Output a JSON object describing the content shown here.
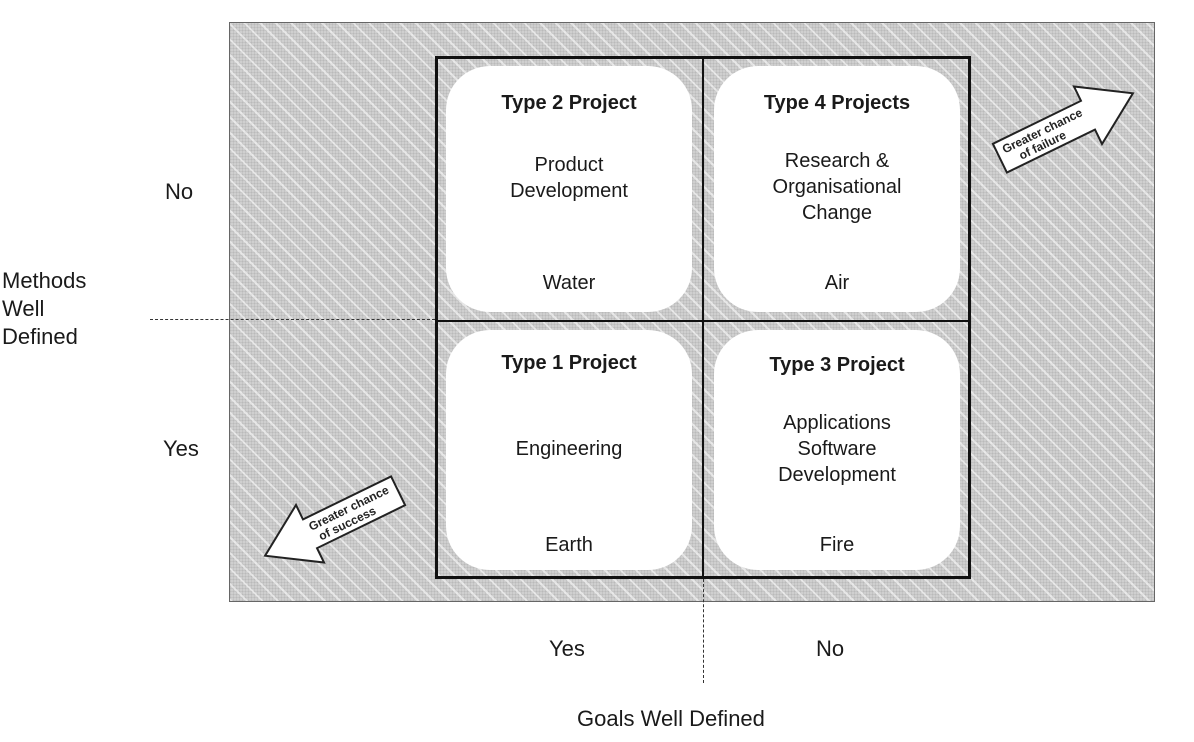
{
  "quadrants": {
    "top_left": {
      "title": "Type 2 Project",
      "body": [
        "Product",
        "Development"
      ],
      "element": "Water"
    },
    "top_right": {
      "title": "Type 4 Projects",
      "body": [
        "Research &",
        "Organisational",
        "Change"
      ],
      "element": "Air"
    },
    "bottom_left": {
      "title": "Type 1 Project",
      "body": [
        "Engineering"
      ],
      "element": "Earth"
    },
    "bottom_right": {
      "title": "Type 3 Project",
      "body": [
        "Applications",
        "Software",
        "Development"
      ],
      "element": "Fire"
    }
  },
  "y_axis": {
    "label": [
      "Methods",
      "Well",
      "Defined"
    ],
    "top_value": "No",
    "bottom_value": "Yes"
  },
  "x_axis": {
    "label": "Goals Well Defined",
    "left_value": "Yes",
    "right_value": "No"
  },
  "arrows": {
    "failure": {
      "lines": [
        "Greater chance",
        "of failure"
      ]
    },
    "success": {
      "lines": [
        "Greater chance",
        "of success"
      ]
    }
  }
}
